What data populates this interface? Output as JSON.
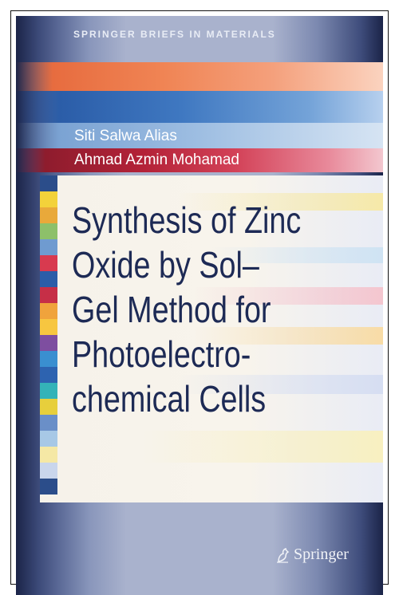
{
  "cover": {
    "series": "SPRINGER BRIEFS IN MATERIALS",
    "authors": [
      "Siti Salwa Alias",
      "Ahmad Azmin Mohamad"
    ],
    "title_lines": [
      "Synthesis of Zinc",
      "Oxide by Sol–",
      "Gel Method for",
      "Photoelectro-",
      "chemical Cells"
    ],
    "publisher": "Springer",
    "logo_icon": "springer-horse-icon",
    "colors": {
      "title": "#1d2a55",
      "accent_orange": "#e76c3f",
      "accent_blue": "#2b5da8",
      "accent_red": "#b42238",
      "background": "#a9b2cd"
    }
  }
}
